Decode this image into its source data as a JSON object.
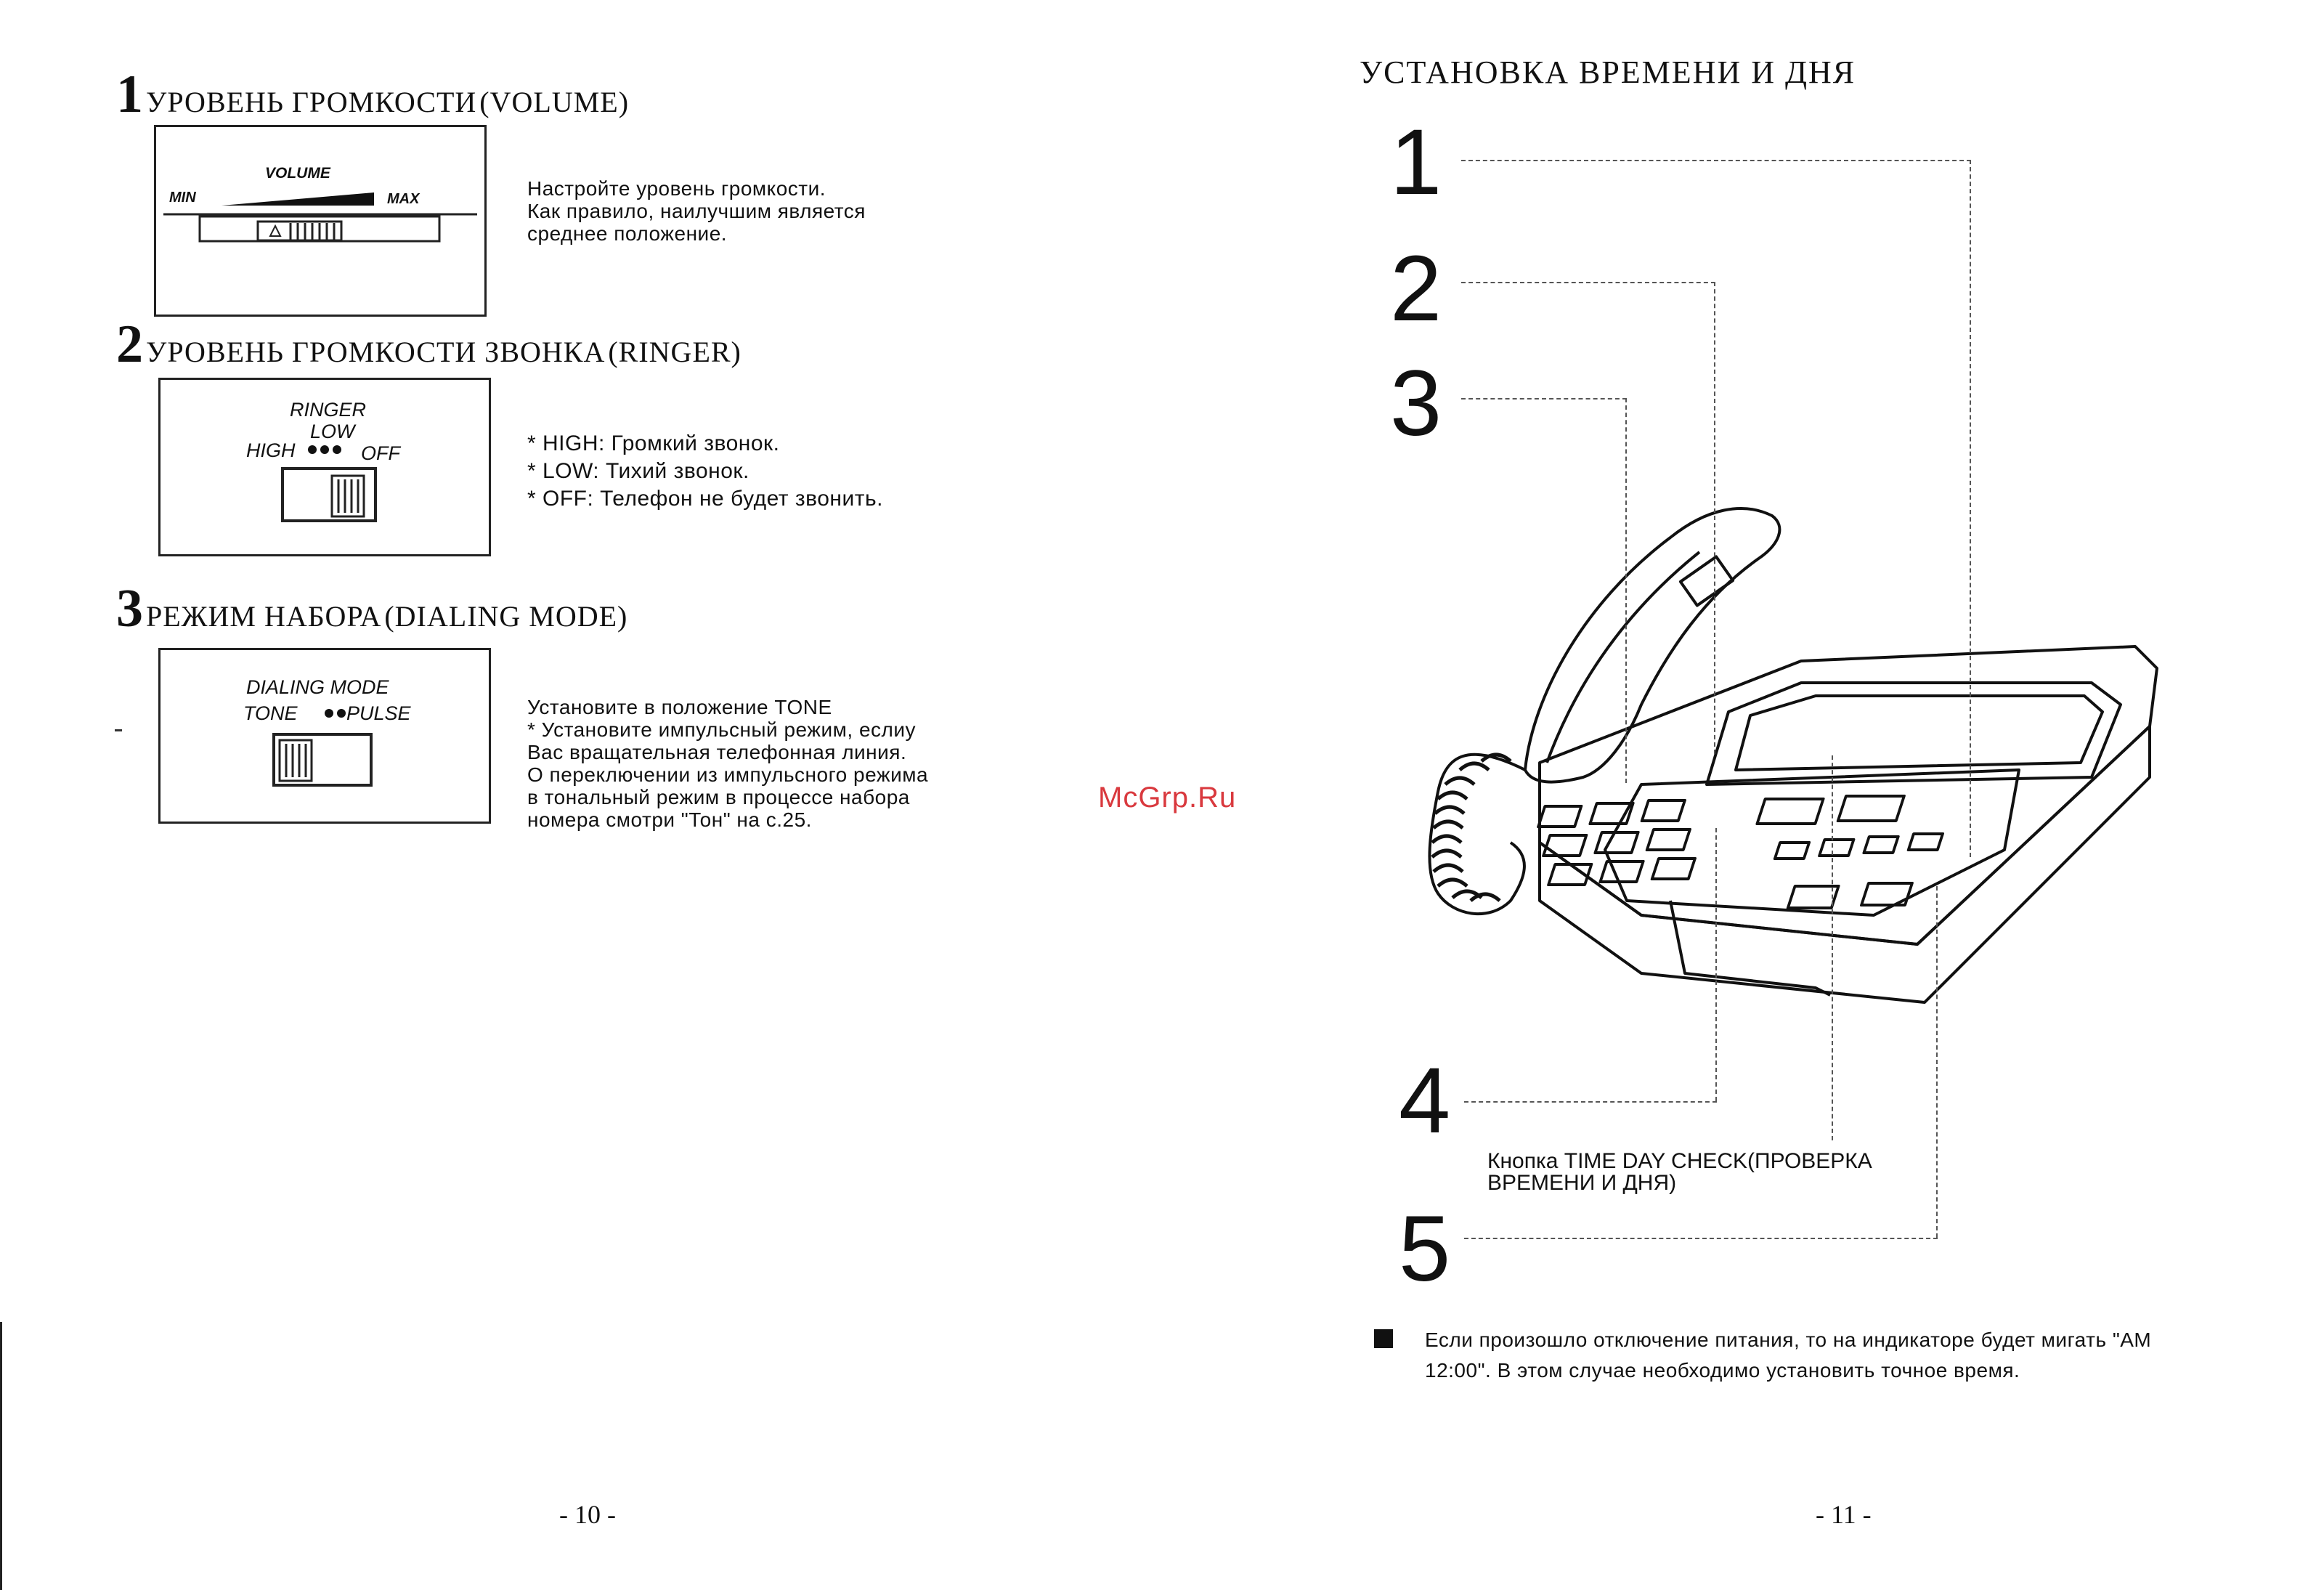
{
  "left_page": {
    "sections": [
      {
        "num": "1",
        "title": "УРОВЕНЬ ГРОМКОСТИ",
        "title_en": "(VOLUME)",
        "panel": {
          "label": "VOLUME",
          "min": "MIN",
          "max": "MAX"
        },
        "desc": [
          "Настройте уровень громкости.",
          "Как правило, наилучшим является",
          "среднее положение."
        ]
      },
      {
        "num": "2",
        "title": "УРОВЕНЬ ГРОМКОСТИ ЗВОНКА",
        "title_en": "(RINGER)",
        "panel": {
          "label": "RINGER",
          "low": "LOW",
          "high": "HIGH",
          "off": "OFF"
        },
        "desc": [
          "* HIGH: Громкий звонок.",
          "* LOW: Тихий звонок.",
          "* OFF: Телефон не будет звонить."
        ]
      },
      {
        "num": "3",
        "title": "РЕЖИМ НАБОРА",
        "title_en": "(DIALING MODE)",
        "panel": {
          "label": "DIALING MODE",
          "tone": "TONE",
          "pulse": "PULSE"
        },
        "desc": [
          "Установите в положение TONE",
          "* Установите импульсный режим, еслиу",
          "Вас вращательная телефонная линия.",
          "О переключении из импульсного режима",
          "в тональный режим в процессе набора",
          "номера смотри \"Тон\" на с.25."
        ]
      }
    ],
    "page_number": "- 10 -"
  },
  "right_page": {
    "title": "УСТАНОВКА ВРЕМЕНИ И ДНЯ",
    "callouts": [
      "1",
      "2",
      "3",
      "4",
      "5"
    ],
    "time_day_check": [
      "Кнопка TIME DAY CHECK(ПРОВЕРКА",
      "ВРЕМЕНИ И ДНЯ)"
    ],
    "note": [
      "Если произошло отключение питания, то на индикаторе будет мигать \"AM",
      "12:00\". В этом случае необходимо установить точное время."
    ],
    "page_number": "- 11 -"
  },
  "watermark": "McGrp.Ru"
}
